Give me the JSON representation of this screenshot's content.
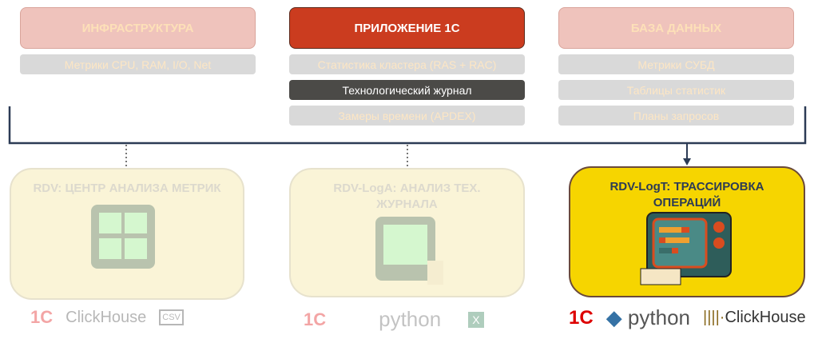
{
  "columns": [
    {
      "header": "ИНФРАСТРУКТУРА",
      "items": [
        "Метрики CPU, RAM, I/O, Net"
      ]
    },
    {
      "header": "ПРИЛОЖЕНИЕ  1С",
      "items": [
        "Статистика кластера (RAS + RAC)",
        "Технологический журнал",
        "Замеры времени (APDEX)"
      ]
    },
    {
      "header": "БАЗА ДАННЫХ",
      "items": [
        "Метрики СУБД",
        "Таблицы статистик",
        "Планы запросов"
      ]
    }
  ],
  "tools": [
    {
      "title": "RDV: ЦЕНТР АНАЛИЗА МЕТРИК",
      "logos": [
        "1С",
        "ClickHouse",
        "CSV"
      ]
    },
    {
      "title": "RDV-LogA: АНАЛИЗ ТЕХ. ЖУРНАЛА",
      "logos": [
        "1С",
        "python",
        "X"
      ]
    },
    {
      "title": "RDV-LogT: ТРАССИРОВКА ОПЕРАЦИЙ",
      "logos": [
        "1С",
        "python",
        "ClickHouse"
      ]
    }
  ],
  "colors": {
    "accent": "#cb3c1f",
    "highlight": "#f6d500",
    "line": "#2c3b55"
  }
}
